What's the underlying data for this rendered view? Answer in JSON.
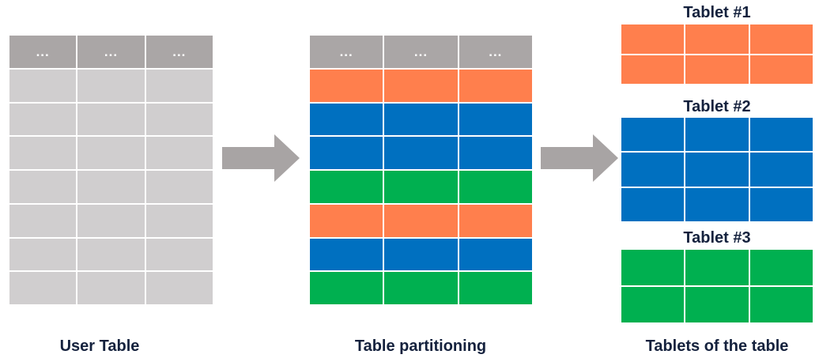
{
  "colors": {
    "header": "#aaa6a6",
    "gray": "#d0cecf",
    "orange": "#ff7f4d",
    "blue": "#0070c0",
    "green": "#00b050",
    "arrow": "#a8a4a4",
    "text": "#14213d"
  },
  "header_label": "...",
  "user_table": {
    "caption": "User Table",
    "rows": [
      "gray",
      "gray",
      "gray",
      "gray",
      "gray",
      "gray",
      "gray"
    ]
  },
  "partitioned_table": {
    "caption": "Table partitioning",
    "rows": [
      "orange",
      "blue",
      "blue",
      "green",
      "orange",
      "blue",
      "green"
    ]
  },
  "tablets": {
    "caption": "Tablets of the table",
    "items": [
      {
        "title": "Tablet #1",
        "rows": [
          "orange",
          "orange"
        ]
      },
      {
        "title": "Tablet #2",
        "rows": [
          "blue",
          "blue",
          "blue"
        ]
      },
      {
        "title": "Tablet #3",
        "rows": [
          "green",
          "green"
        ]
      }
    ]
  },
  "arrow_icon": "right-arrow-icon"
}
